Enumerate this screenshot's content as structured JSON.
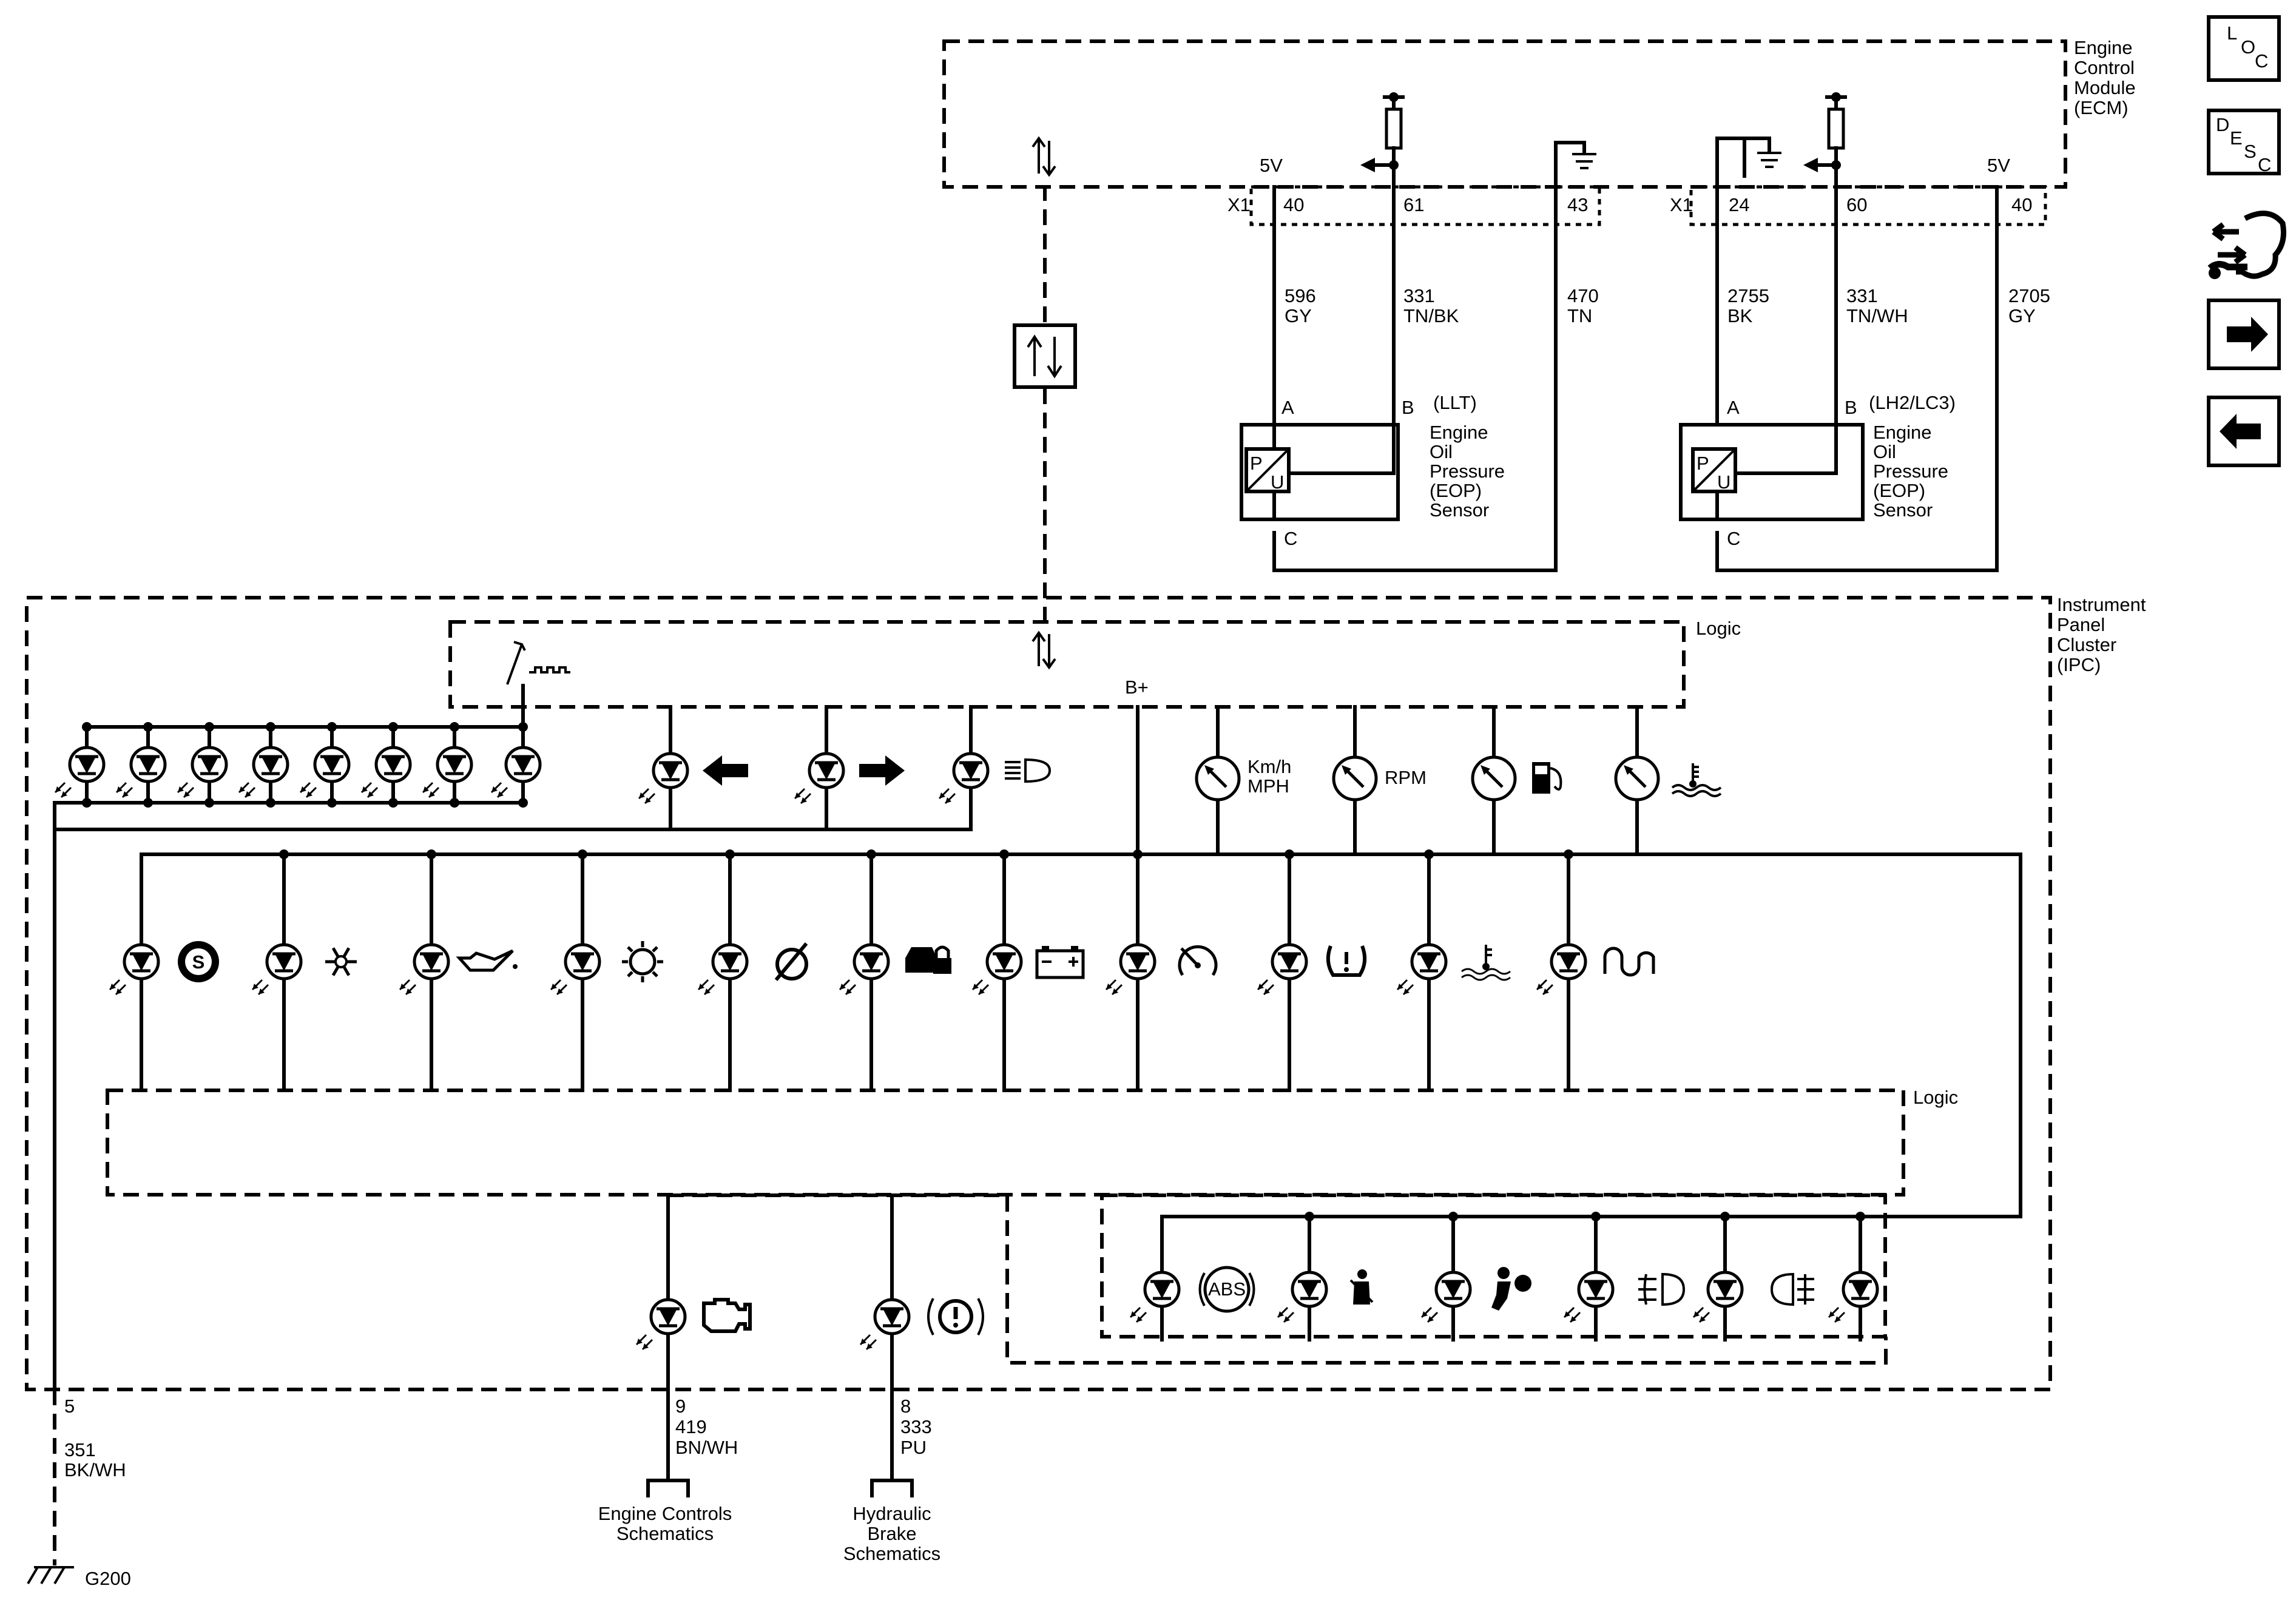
{
  "modules": {
    "ecm": [
      "Engine",
      "Control",
      "Module",
      "(ECM)"
    ],
    "ipc": [
      "Instrument",
      "Panel",
      "Cluster",
      "(IPC)"
    ]
  },
  "logic_labels": [
    "Logic",
    "Logic"
  ],
  "connectors": {
    "x1_left": "X1",
    "x1_right": "X1",
    "pins": [
      "40",
      "61",
      "43",
      "24",
      "60",
      "40"
    ],
    "volt_left": "5V",
    "volt_right": "5V",
    "ipc_pins": [
      "5",
      "9",
      "8"
    ],
    "b_plus": "B+"
  },
  "wires": [
    {
      "circuit": "596",
      "color": "GY"
    },
    {
      "circuit": "331",
      "color": "TN/BK"
    },
    {
      "circuit": "470",
      "color": "TN"
    },
    {
      "circuit": "2755",
      "color": "BK"
    },
    {
      "circuit": "331",
      "color": "TN/WH"
    },
    {
      "circuit": "2705",
      "color": "GY"
    },
    {
      "circuit": "351",
      "color": "BK/WH"
    },
    {
      "circuit": "419",
      "color": "BN/WH"
    },
    {
      "circuit": "333",
      "color": "PU"
    }
  ],
  "sensors": [
    {
      "variant": "(LLT)",
      "pin_a": "A",
      "pin_b": "B",
      "pin_c": "C",
      "pu_p": "P",
      "pu_u": "U",
      "name": [
        "Engine",
        "Oil",
        "Pressure",
        "(EOP)",
        "Sensor"
      ]
    },
    {
      "variant": "(LH2/LC3)",
      "pin_a": "A",
      "pin_b": "B",
      "pin_c": "C",
      "pu_p": "P",
      "pu_u": "U",
      "name": [
        "Engine",
        "Oil",
        "Pressure",
        "(EOP)",
        "Sensor"
      ]
    }
  ],
  "gauges": {
    "speed": [
      "Km/h",
      "MPH"
    ],
    "rpm": "RPM",
    "fuel_icon": "fuel-pump-icon",
    "temp_icon": "coolant-temperature-icon"
  },
  "indicator_icons": [
    "stabilitrak-icon",
    "snowflake-icon",
    "oil-can-icon",
    "sun-icon",
    "traction-off-icon",
    "security-lock-icon",
    "battery-icon",
    "cruise-control-icon",
    "tire-pressure-icon",
    "coolant-temp-icon",
    "glow-plug-icon"
  ],
  "right_indicators": [
    "ABS",
    "seatbelt-icon",
    "airbag-icon",
    "front-fog-icon",
    "rear-fog-icon",
    "blank"
  ],
  "bottom_indicators": [
    "check-engine-icon",
    "brake-warning-icon"
  ],
  "references": {
    "engine": [
      "Engine Controls",
      "Schematics"
    ],
    "brake": [
      "Hydraulic",
      "Brake",
      "Schematics"
    ]
  },
  "ground": "G200",
  "nav": {
    "loc": [
      "L",
      "O",
      "C"
    ],
    "desc": [
      "D",
      "E",
      "S",
      "C"
    ],
    "icons": [
      "connector-view-icon",
      "next-arrow-icon",
      "previous-arrow-icon"
    ]
  }
}
